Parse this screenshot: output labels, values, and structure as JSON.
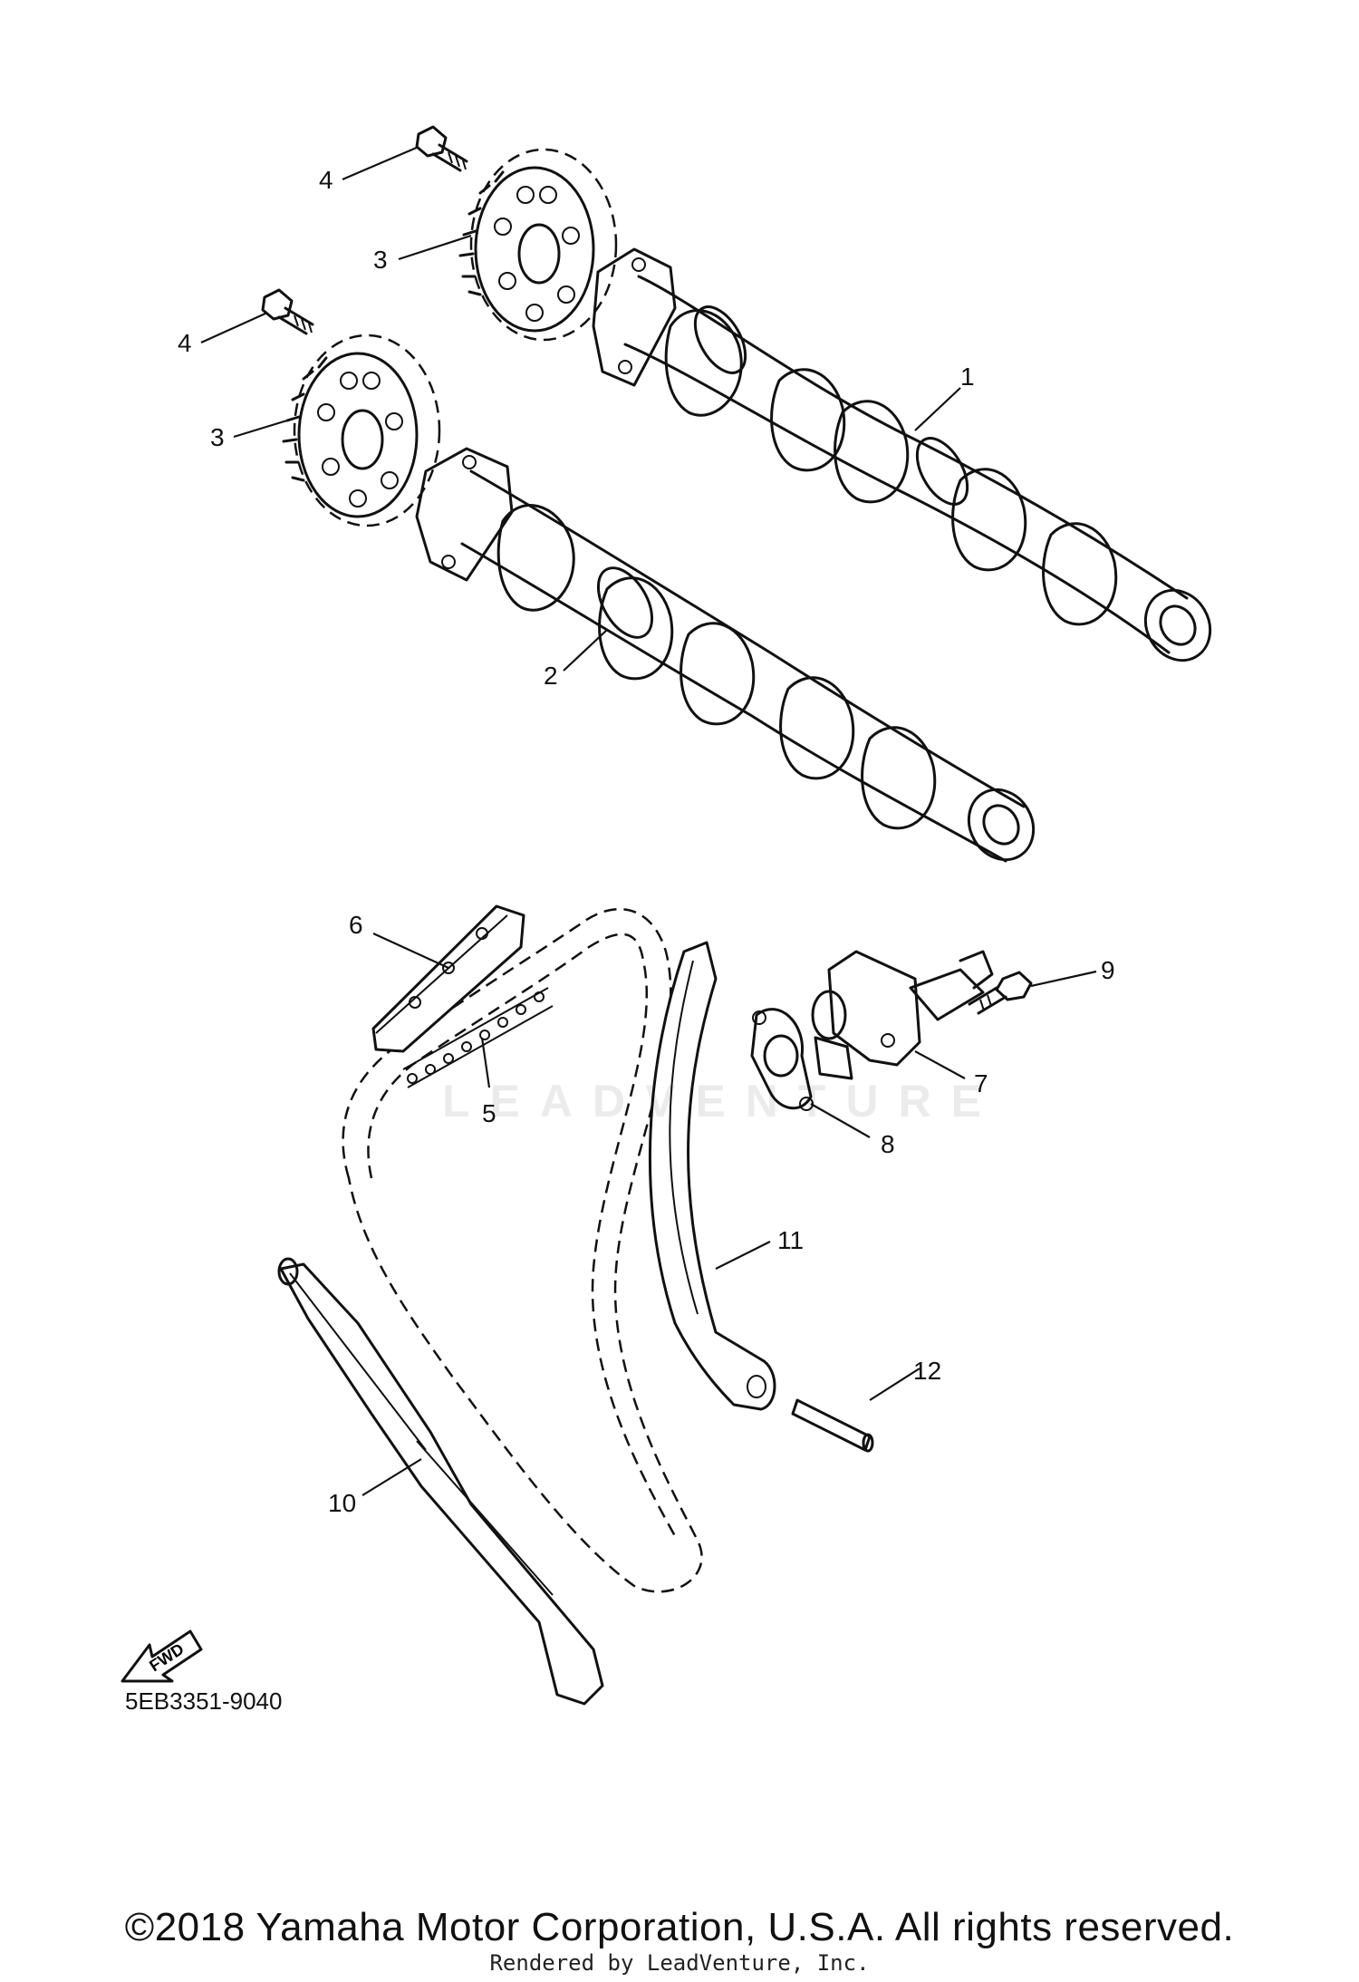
{
  "diagram": {
    "callouts": {
      "c1": "1",
      "c2": "2",
      "c3a": "3",
      "c3b": "3",
      "c4a": "4",
      "c4b": "4",
      "c5": "5",
      "c6": "6",
      "c7": "7",
      "c8": "8",
      "c9": "9",
      "c10": "10",
      "c11": "11",
      "c12": "12"
    },
    "fwd_label": "FWD",
    "diagram_code": "5EB3351-9040",
    "watermark": "LEADVENTURE"
  },
  "footer": {
    "copyright": "©2018 Yamaha Motor Corporation, U.S.A. All rights reserved.",
    "rendered_by": "Rendered by LeadVenture, Inc."
  }
}
